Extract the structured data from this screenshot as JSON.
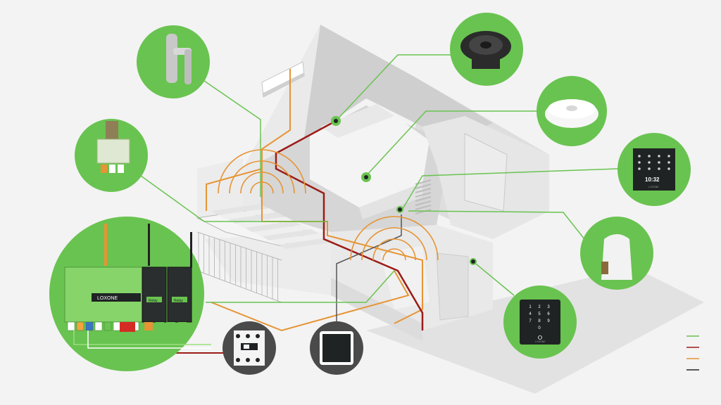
{
  "colors": {
    "background": "#f3f3f3",
    "green": "#69c350",
    "dark_red": "#9c1c17",
    "orange": "#e69434",
    "grey_line": "#555555",
    "device_dark": "#1f2323"
  },
  "controller": {
    "brand": "LOXONE",
    "extension_labels": [
      "Relay",
      "Relay"
    ]
  },
  "keypad": {
    "keys": [
      "1",
      "2",
      "3",
      "4",
      "5",
      "6",
      "7",
      "8",
      "9",
      "0"
    ],
    "brand": "LOXONE"
  },
  "touch_panel": {
    "time": "10:32",
    "brand": "LOXONE"
  },
  "legend": {
    "colors": [
      "#69c350",
      "#9c1c17",
      "#e69434",
      "#222222"
    ]
  }
}
